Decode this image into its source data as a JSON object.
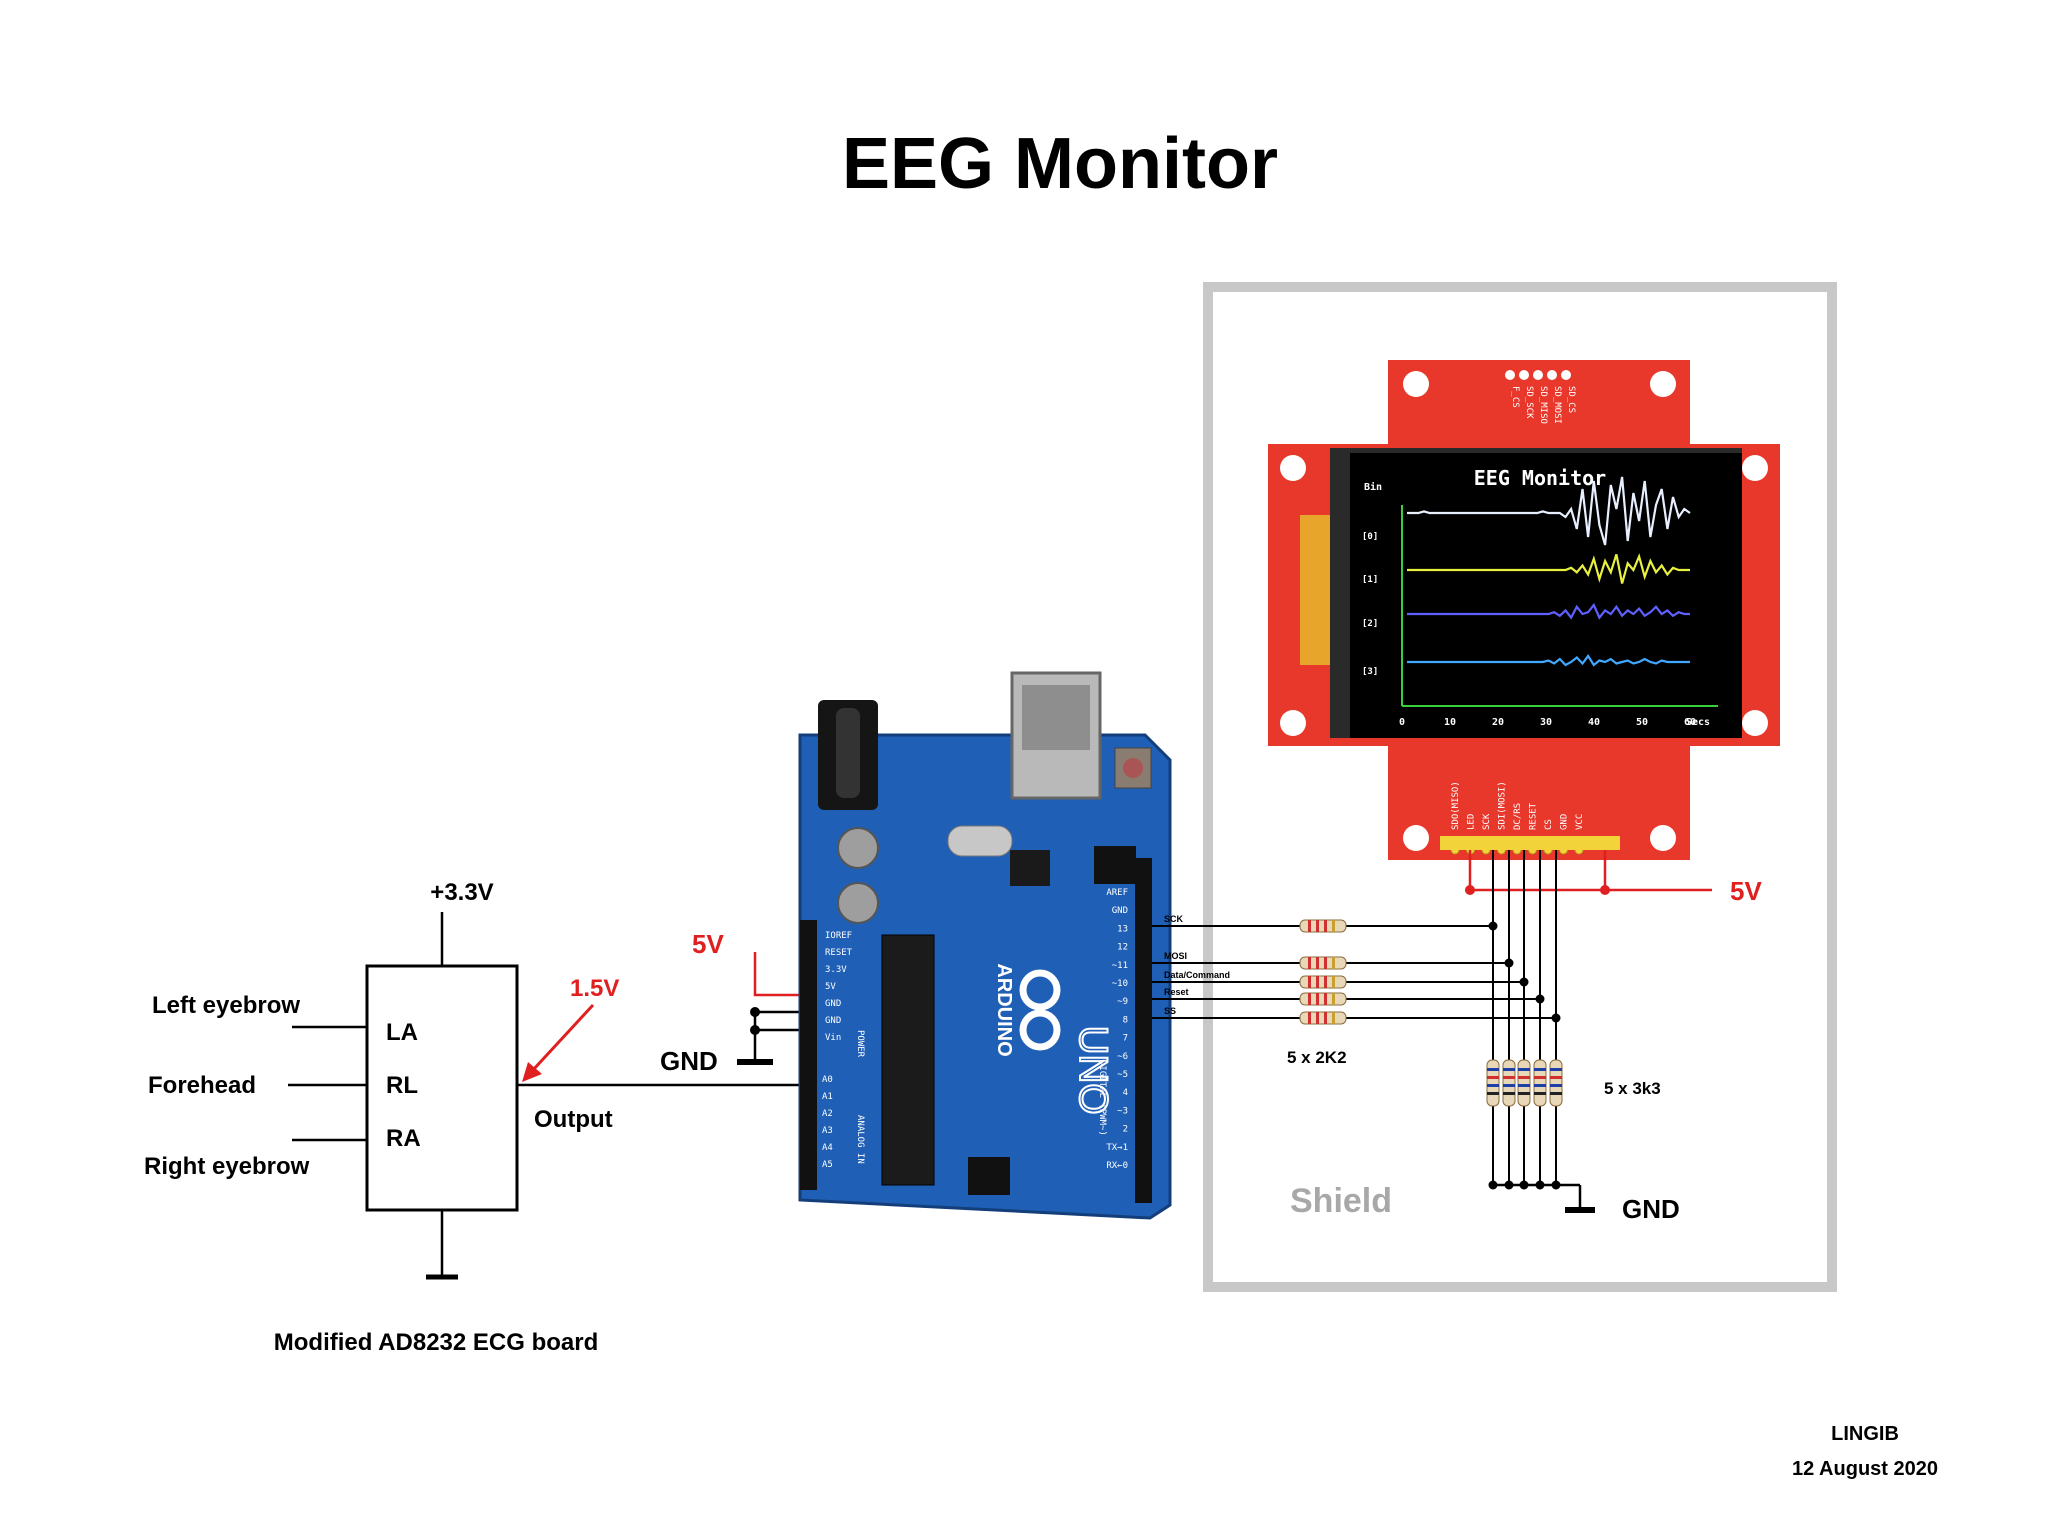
{
  "title": "EEG Monitor",
  "ecg_board": {
    "supply": "+3.3V",
    "pins": [
      "LA",
      "RL",
      "RA"
    ],
    "electrodes": [
      "Left eyebrow",
      "Forehead",
      "Right eyebrow"
    ],
    "output_label": "Output",
    "bias_label": "1.5V",
    "caption": "Modified AD8232 ECG board"
  },
  "arduino": {
    "brand": "ARDUINO",
    "model": "UNO",
    "power_label": "POWER",
    "analog_label": "ANALOG IN",
    "digital_label": "DIGITAL (PWM~)",
    "power_pins": [
      "IOREF",
      "RESET",
      "3.3V",
      "5V",
      "GND",
      "GND",
      "Vin"
    ],
    "analog_pins": [
      "A0",
      "A1",
      "A2",
      "A3",
      "A4",
      "A5"
    ],
    "digital_pins": [
      "AREF",
      "GND",
      "13",
      "12",
      "~11",
      "~10",
      "~9",
      "8",
      "7",
      "~6",
      "~5",
      "4",
      "~3",
      "2",
      "TX→1",
      "RX←0"
    ],
    "supply_label": "5V",
    "gnd_label": "GND"
  },
  "shield": {
    "label": "Shield",
    "signals": [
      "SCK",
      "MOSI",
      "Data/Command",
      "Reset",
      "SS"
    ],
    "series_resistors": "5 x 2K2",
    "pulldown_resistors": "5 x 3k3",
    "supply_label": "5V",
    "gnd_label": "GND"
  },
  "tft": {
    "top_pins": [
      "SD_CS",
      "SD_MOSI",
      "SD_MISO",
      "SD_SCK",
      "F_CS"
    ],
    "bottom_pins": [
      "SDO(MISO)",
      "LED",
      "SCK",
      "SDI(MOSI)",
      "DC/RS",
      "RESET",
      "CS",
      "GND",
      "VCC"
    ],
    "colors": {
      "pcb": "#e8372b",
      "screen": "#000000"
    }
  },
  "chart_data": {
    "type": "line",
    "title": "EEG Monitor",
    "ylabel": "Bin",
    "xlabel": "Secs",
    "x_ticks": [
      0,
      10,
      20,
      30,
      40,
      50,
      60
    ],
    "xlim": [
      0,
      60
    ],
    "series": [
      {
        "name": "[0]",
        "color": "#e8f0ff",
        "values": [
          0.5,
          0.5,
          0.5,
          0.52,
          0.5,
          0.5,
          0.5,
          0.5,
          0.5,
          0.5,
          0.5,
          0.5,
          0.5,
          0.5,
          0.5,
          0.5,
          0.5,
          0.5,
          0.5,
          0.5,
          0.5,
          0.5,
          0.5,
          0.5,
          0.52,
          0.5,
          0.5,
          0.5,
          0.45,
          0.55,
          0.3,
          0.8,
          0.2,
          0.9,
          0.35,
          0.1,
          0.85,
          0.55,
          0.95,
          0.15,
          0.75,
          0.4,
          0.9,
          0.2,
          0.6,
          0.8,
          0.3,
          0.7,
          0.45,
          0.55,
          0.5
        ]
      },
      {
        "name": "[1]",
        "color": "#e8f040",
        "values": [
          0.5,
          0.5,
          0.5,
          0.5,
          0.5,
          0.5,
          0.5,
          0.5,
          0.5,
          0.5,
          0.5,
          0.5,
          0.5,
          0.5,
          0.5,
          0.5,
          0.5,
          0.5,
          0.5,
          0.5,
          0.5,
          0.5,
          0.5,
          0.5,
          0.5,
          0.5,
          0.5,
          0.5,
          0.5,
          0.55,
          0.45,
          0.6,
          0.4,
          0.75,
          0.3,
          0.7,
          0.45,
          0.85,
          0.2,
          0.65,
          0.5,
          0.8,
          0.35,
          0.7,
          0.45,
          0.6,
          0.4,
          0.55,
          0.5,
          0.5,
          0.5
        ]
      },
      {
        "name": "[2]",
        "color": "#6060ff",
        "values": [
          0.5,
          0.5,
          0.5,
          0.5,
          0.5,
          0.5,
          0.5,
          0.5,
          0.5,
          0.5,
          0.5,
          0.5,
          0.5,
          0.5,
          0.5,
          0.5,
          0.5,
          0.5,
          0.5,
          0.5,
          0.5,
          0.5,
          0.5,
          0.5,
          0.5,
          0.5,
          0.55,
          0.45,
          0.6,
          0.4,
          0.7,
          0.5,
          0.55,
          0.75,
          0.4,
          0.6,
          0.5,
          0.7,
          0.45,
          0.6,
          0.5,
          0.65,
          0.45,
          0.55,
          0.7,
          0.5,
          0.6,
          0.45,
          0.55,
          0.5,
          0.5
        ]
      },
      {
        "name": "[3]",
        "color": "#40a8ff",
        "values": [
          0.5,
          0.5,
          0.5,
          0.5,
          0.5,
          0.5,
          0.5,
          0.5,
          0.5,
          0.5,
          0.5,
          0.5,
          0.5,
          0.5,
          0.5,
          0.5,
          0.5,
          0.5,
          0.5,
          0.5,
          0.5,
          0.5,
          0.5,
          0.5,
          0.5,
          0.55,
          0.45,
          0.6,
          0.4,
          0.5,
          0.65,
          0.45,
          0.7,
          0.4,
          0.55,
          0.5,
          0.6,
          0.45,
          0.5,
          0.55,
          0.45,
          0.5,
          0.6,
          0.5,
          0.45,
          0.55,
          0.5,
          0.5,
          0.5,
          0.5,
          0.5
        ]
      }
    ]
  },
  "footer": {
    "author": "LINGIB",
    "date": "12 August 2020"
  }
}
